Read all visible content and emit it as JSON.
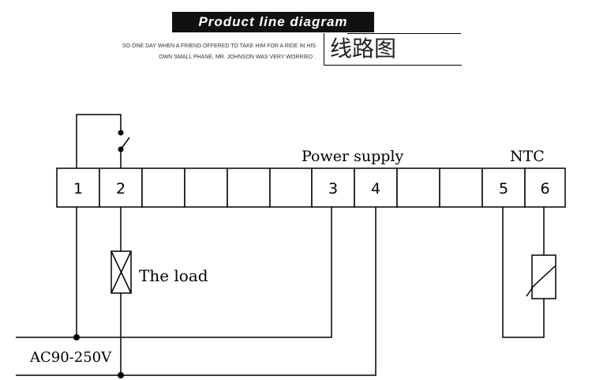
{
  "header": {
    "banner": "Product line diagram",
    "text_line1": "SO ONE DAY WHEN A FRIEND OFFERED TO TAKE HIM FOR A RIDE IN HIS",
    "text_line2": "OWN SMALL PHANE, MR. JOHNSON WAS VERY WORRIED .",
    "chinese_title": "线路图"
  },
  "diagram": {
    "terminals": [
      "1",
      "2",
      "",
      "",
      "",
      "",
      "3",
      "4",
      "",
      "",
      "5",
      "6"
    ],
    "power_supply_label": "Power supply",
    "ntc_label": "NTC",
    "load_label": "The load",
    "ac_label": "AC90-250V"
  }
}
